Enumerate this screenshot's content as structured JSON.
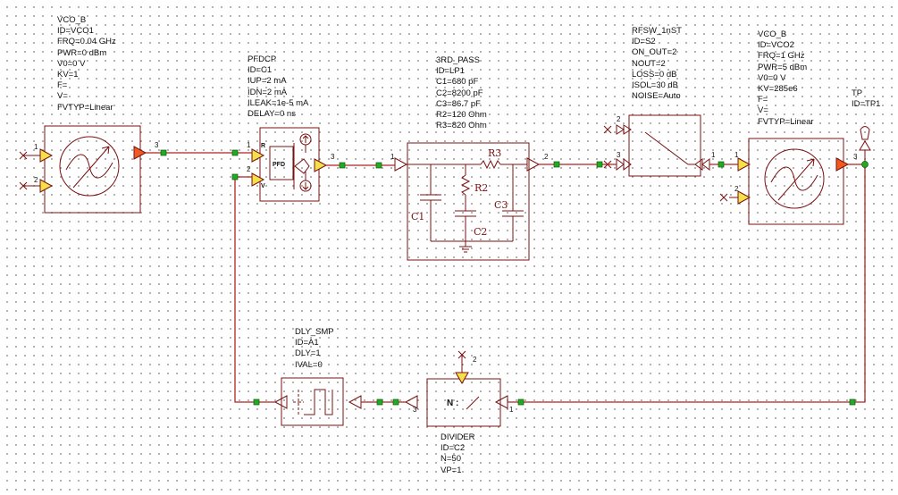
{
  "blocks": {
    "vco1": {
      "lines": [
        "VCO_B",
        "ID=VCO1",
        "FRQ=0.04 GHz",
        "PWR=0 dBm",
        "V0=0 V",
        "KV=1",
        "F=",
        "V=",
        "FVTYP=Linear"
      ]
    },
    "pfd": {
      "lines": [
        "PFDCP",
        "ID=C1",
        "IUP=2 mA",
        "IDN=2 mA",
        "ILEAK=1e-5 mA",
        "DELAY=0 ns"
      ],
      "inner": "PFD",
      "pin_r": "R",
      "pin_v": "V"
    },
    "filter": {
      "lines": [
        "3RD_PASS",
        "ID=LP1",
        "C1=680 pF",
        "C2=8200 pF",
        "C3=86.7 pF",
        "R2=120 Ohm",
        "R3=820 Ohm"
      ],
      "r3": "R3",
      "r2": "R2",
      "c1": "C1",
      "c2": "C2",
      "c3": "C3"
    },
    "switch": {
      "lines": [
        "RFSW_1nST",
        "ID=S2",
        "ON_OUT=2",
        "NOUT=2",
        "LOSS=0 dB",
        "ISOL=30 dB",
        "NOISE=Auto"
      ]
    },
    "vco2": {
      "lines": [
        "VCO_B",
        "ID=VCO2",
        "FRQ=1 GHz",
        "PWR=5 dBm",
        "V0=0 V",
        "KV=285e6",
        "F=",
        "V=",
        "FVTYP=Linear"
      ]
    },
    "tp": {
      "lines": [
        "TP",
        "ID=TP1"
      ]
    },
    "delay": {
      "lines": [
        "DLY_SMP",
        "ID=A1",
        "DLY=1",
        "IVAL=0"
      ]
    },
    "divider": {
      "lines": [
        "DIVIDER",
        "ID=C2",
        "N=50",
        "VP=1"
      ],
      "inner": "N :"
    }
  },
  "pins": {
    "p1": "1",
    "p2": "2",
    "p3": "3"
  },
  "colors": {
    "component": "#7a1010",
    "wire": "#b22222",
    "node": "#22aa22",
    "input_port": "#f4e14a",
    "output_port": "#f05a1e",
    "grid_dot": "#9a9a9a"
  }
}
